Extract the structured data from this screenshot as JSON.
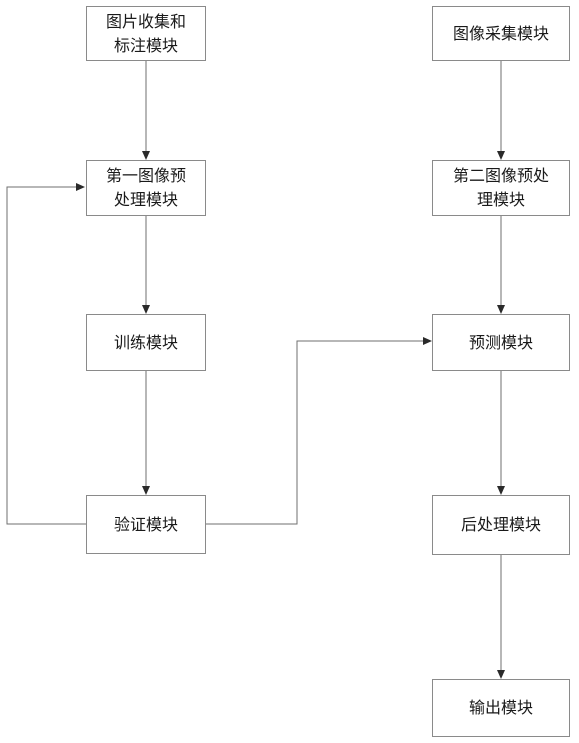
{
  "nodes": {
    "collect_label": {
      "lines": [
        "图片收集和",
        "标注模块"
      ]
    },
    "pre1": {
      "lines": [
        "第一图像预",
        "处理模块"
      ]
    },
    "train": {
      "lines": [
        "训练模块"
      ]
    },
    "verify": {
      "lines": [
        "验证模块"
      ]
    },
    "capture": {
      "lines": [
        "图像采集模块"
      ]
    },
    "pre2": {
      "lines": [
        "第二图像预处",
        "理模块"
      ]
    },
    "predict": {
      "lines": [
        "预测模块"
      ]
    },
    "post": {
      "lines": [
        "后处理模块"
      ]
    },
    "output": {
      "lines": [
        "输出模块"
      ]
    }
  }
}
